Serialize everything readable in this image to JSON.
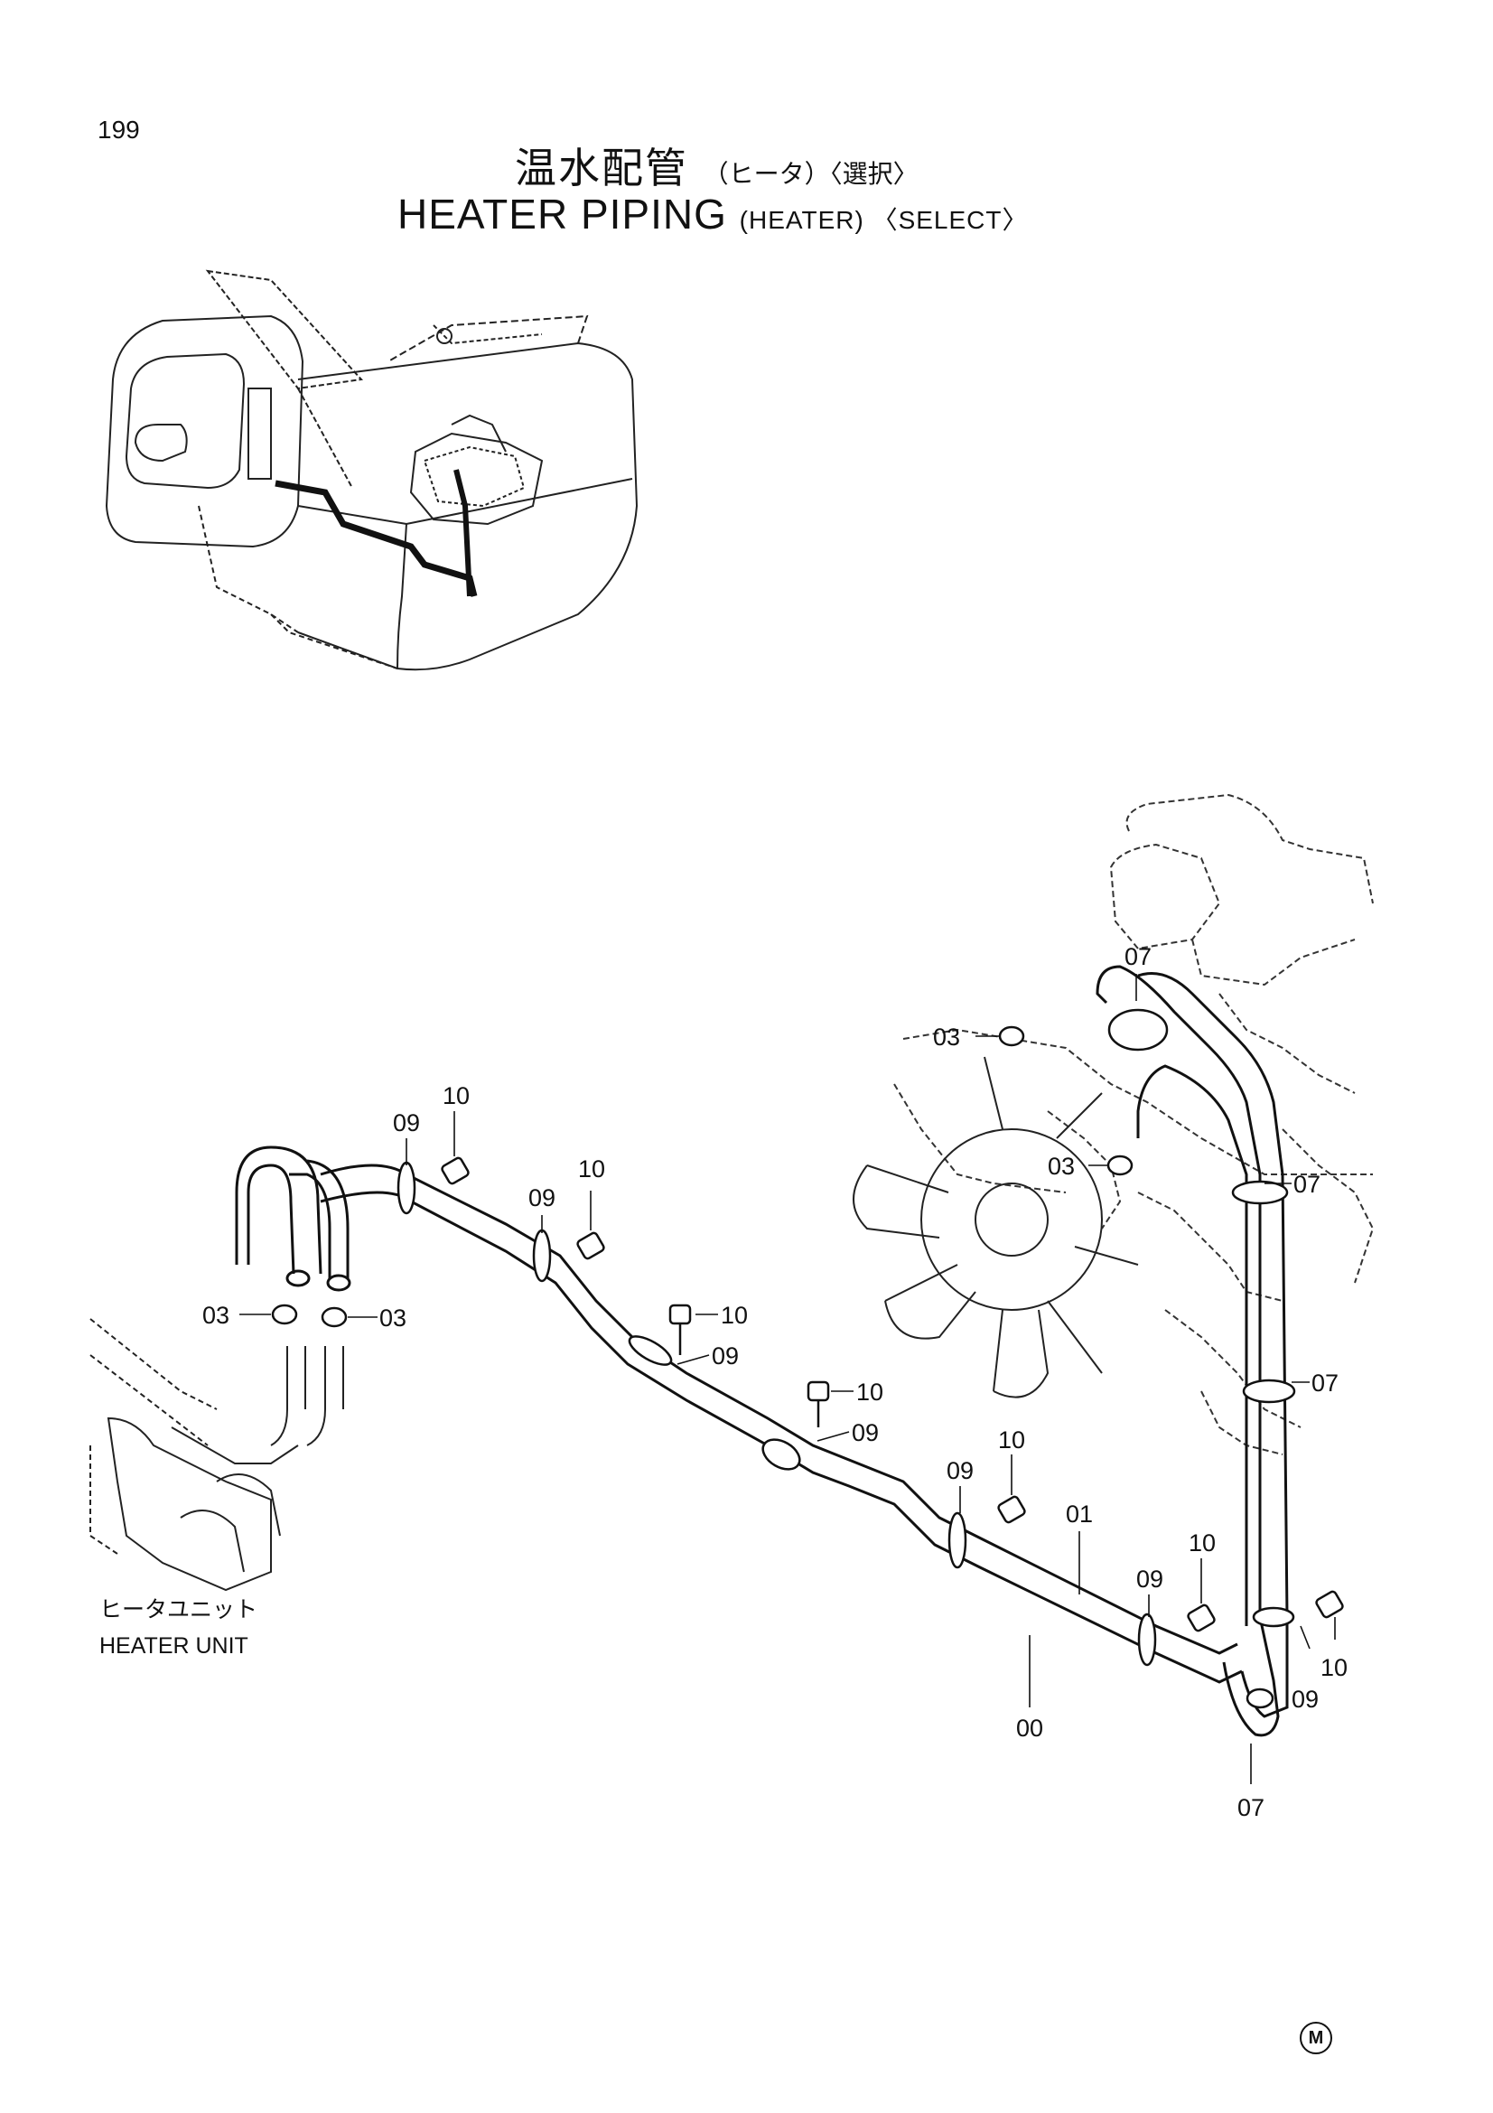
{
  "page_number": "199",
  "title": {
    "jp": "温水配管",
    "jp_sub": "（ヒータ）〈選択〉",
    "en": "HEATER PIPING",
    "en_sub": "(HEATER) 〈SELECT〉"
  },
  "heater_unit": {
    "label_jp": "ヒータユニット",
    "label_en": "HEATER UNIT"
  },
  "callouts": [
    "07",
    "03",
    "03",
    "07",
    "07",
    "10",
    "09",
    "10",
    "09",
    "03",
    "03",
    "10",
    "09",
    "10",
    "09",
    "10",
    "09",
    "01",
    "10",
    "09",
    "10",
    "09",
    "00",
    "07"
  ],
  "corner_mark": "M"
}
